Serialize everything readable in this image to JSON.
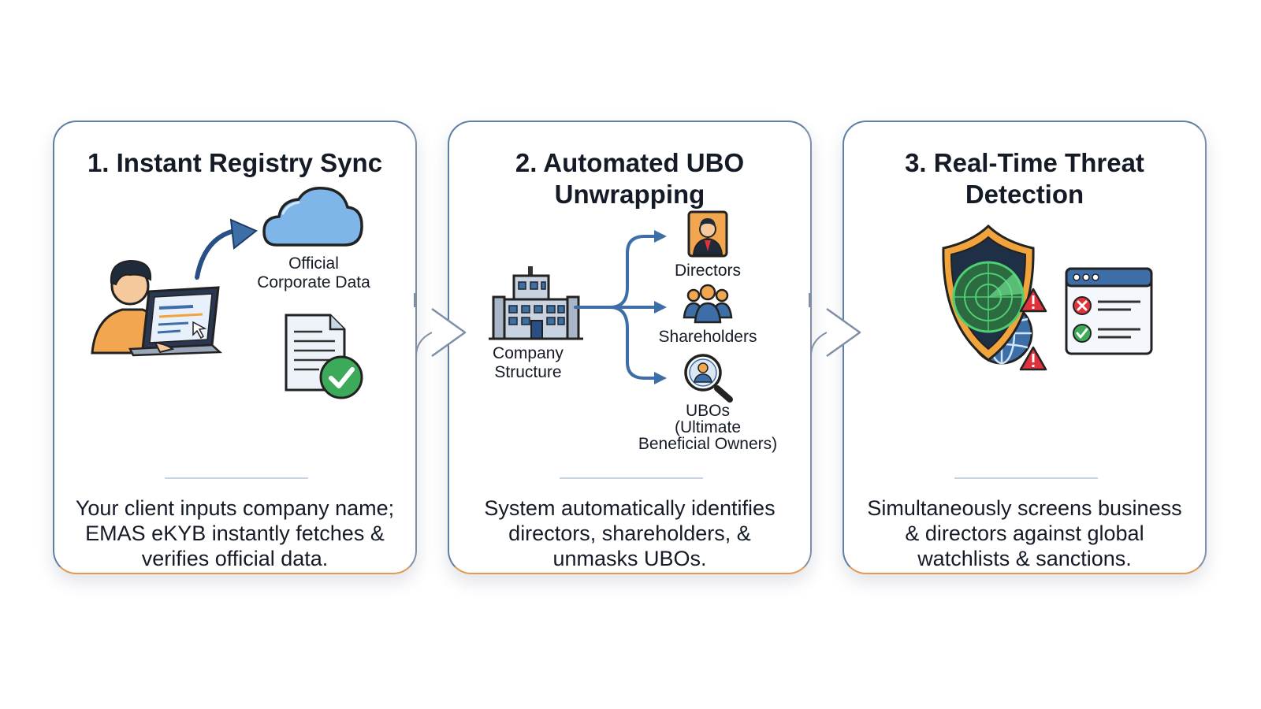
{
  "steps": [
    {
      "title": "1. Instant Registry Sync",
      "labels": {
        "cloud_line1": "Official",
        "cloud_line2": "Corporate Data"
      },
      "description": "Your client inputs company name; EMAS eKYB instantly fetches & verifies official data."
    },
    {
      "title": "2. Automated UBO Unwrapping",
      "labels": {
        "company_line1": "Company",
        "company_line2": "Structure",
        "directors": "Directors",
        "shareholders": "Shareholders",
        "ubos_line1": "UBOs",
        "ubos_line2": "(Ultimate",
        "ubos_line3": "Beneficial Owners)"
      },
      "description": "System automatically identifies directors, shareholders, & unmasks UBOs."
    },
    {
      "title": "3. Real-Time Threat Detection",
      "labels": {},
      "description": "Simultaneously screens business & directors against global watchlists & sanctions."
    }
  ],
  "icons": {
    "step1": [
      "person-at-laptop-icon",
      "arrow-icon",
      "cloud-icon",
      "verified-document-icon"
    ],
    "step2": [
      "office-building-icon",
      "branch-arrows-icon",
      "director-icon",
      "shareholders-icon",
      "ubo-search-icon"
    ],
    "step3": [
      "shield-radar-icon",
      "globe-icon",
      "warning-icon",
      "checklist-window-icon"
    ]
  },
  "colors": {
    "card_border": "#5f7fa3",
    "accent_orange": "#e39a55",
    "arrow_blue": "#3d6ea8",
    "icon_light_blue": "#7fb6ea",
    "check_green": "#3daa5a",
    "alert_red": "#e0323c",
    "shield_orange": "#f1a43c"
  }
}
